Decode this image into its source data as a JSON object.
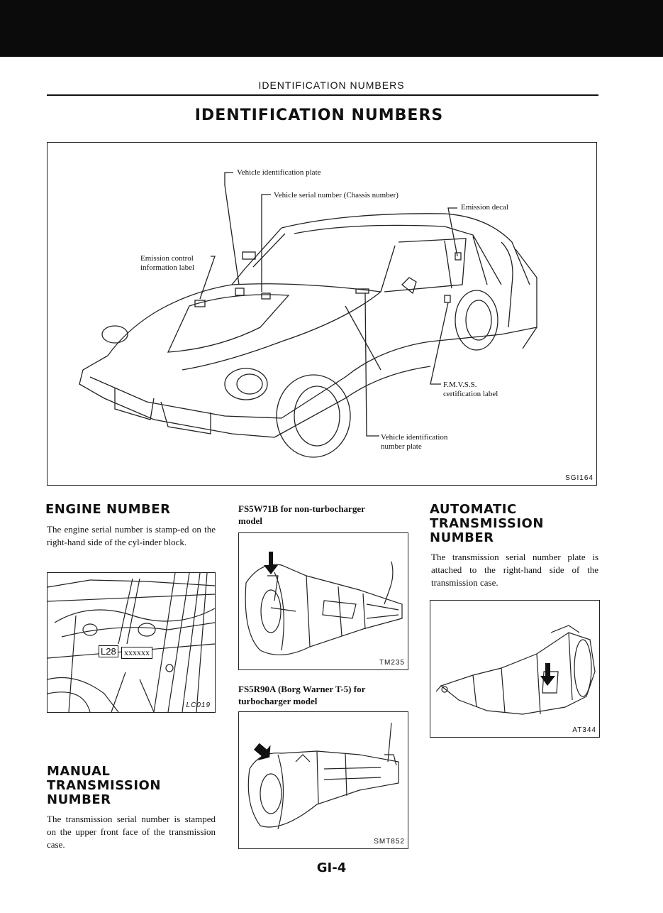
{
  "header": {
    "running_title": "IDENTIFICATION NUMBERS"
  },
  "title": "IDENTIFICATION NUMBERS",
  "vehicle_figure": {
    "code": "SGI164",
    "callouts": {
      "vehicle_id_plate": "Vehicle identification plate",
      "serial_number": "Vehicle serial number (Chassis number)",
      "emission_decal": "Emission decal",
      "emission_control_1": "Emission control",
      "emission_control_2": "information label",
      "fmvss_1": "F.M.V.S.S.",
      "fmvss_2": "certification label",
      "vin_plate_1": "Vehicle identification",
      "vin_plate_2": "number plate"
    }
  },
  "engine": {
    "heading": "ENGINE NUMBER",
    "text": "The engine serial number is stamp-ed on the right-hand side of the cyl-inder block.",
    "figure_code": "LC019",
    "stamp_model": "L28",
    "stamp_serial": "xxxxxx"
  },
  "manual": {
    "heading_1": "MANUAL",
    "heading_2": "TRANSMISSION",
    "heading_3": "NUMBER",
    "text": "The transmission serial number is stamped on the upper front face of the transmission case."
  },
  "fs5w71b": {
    "caption": "FS5W71B for non-turbocharger model",
    "figure_code": "TM235"
  },
  "fs5r90a": {
    "caption": "FS5R90A (Borg Warner T-5) for turbocharger model",
    "figure_code": "SMT852"
  },
  "automatic": {
    "heading_1": "AUTOMATIC",
    "heading_2": "TRANSMISSION",
    "heading_3": "NUMBER",
    "text": "The transmission serial number plate is attached to the right-hand side of the transmission case.",
    "figure_code": "AT344"
  },
  "page_number": "GI-4"
}
